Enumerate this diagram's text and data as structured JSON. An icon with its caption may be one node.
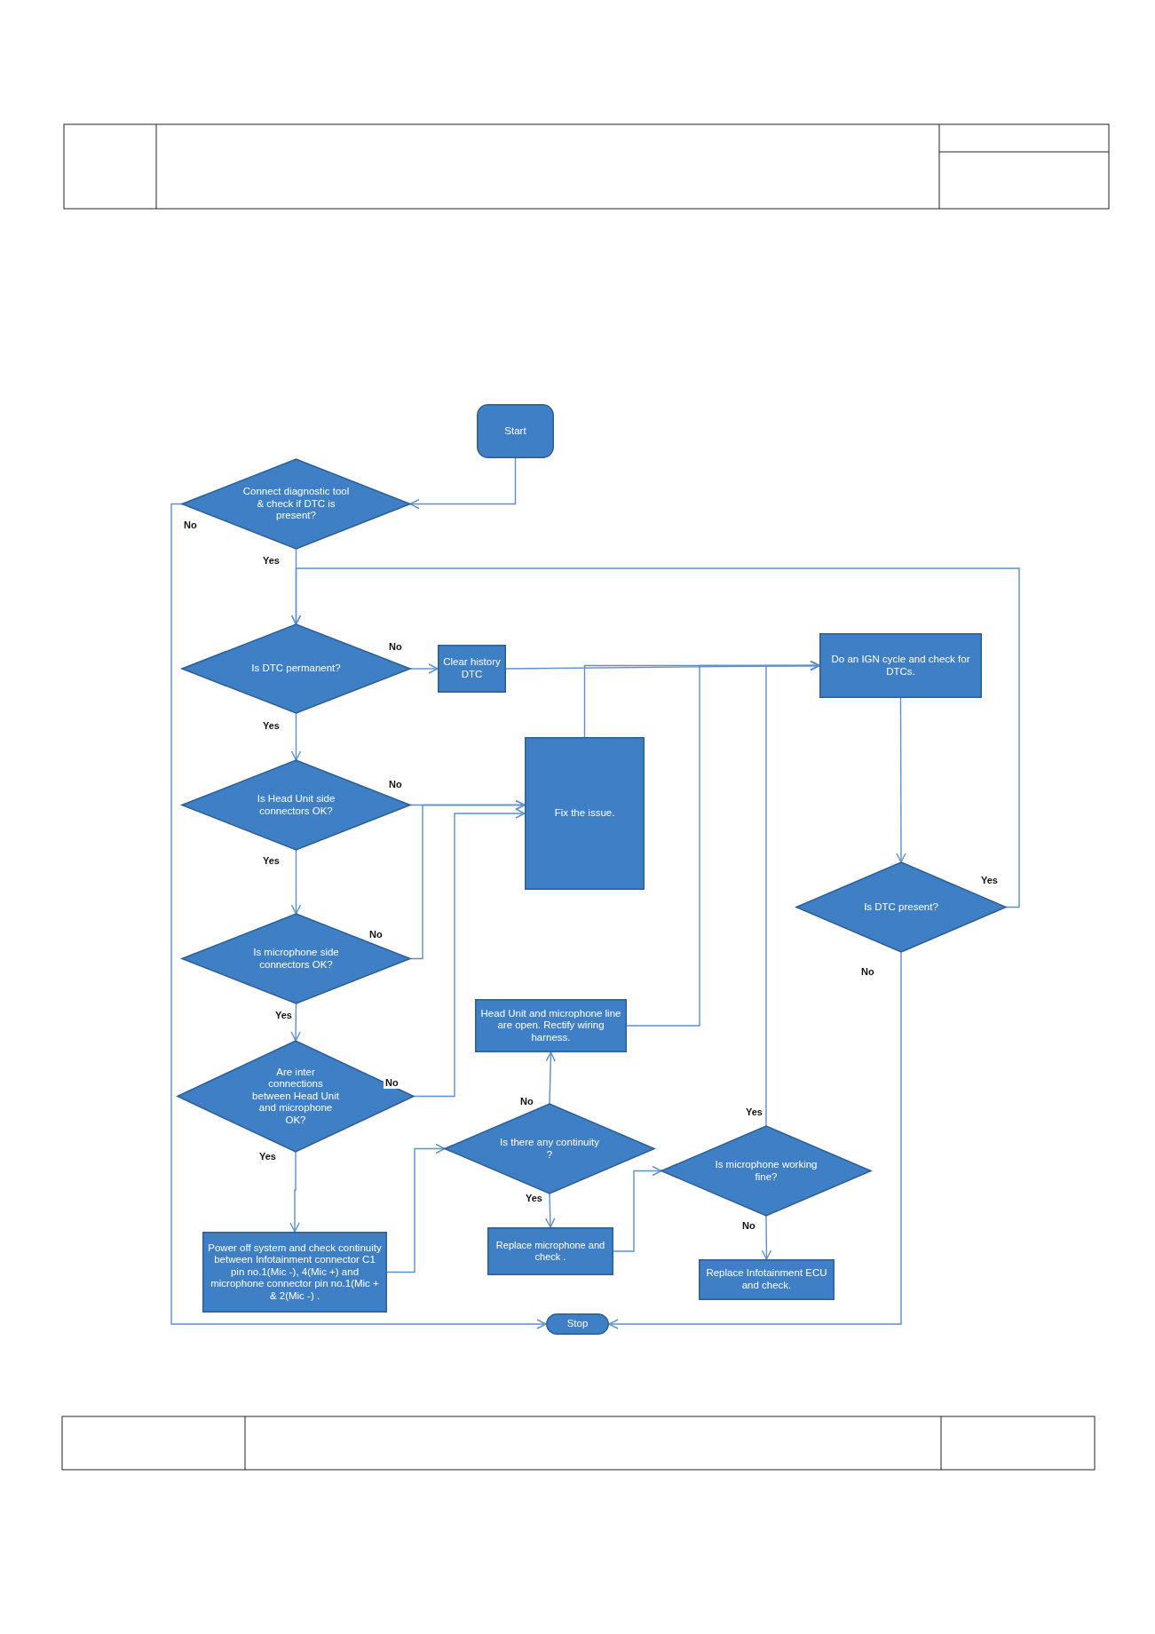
{
  "diagram": {
    "nodes": [
      {
        "text": [
          "Start"
        ]
      },
      {
        "text": [
          "Connect diagnostic tool & check if DTC is present?"
        ]
      },
      {
        "text": [
          "Is DTC permanent?"
        ]
      },
      {
        "text": [
          "Clear history DTC"
        ]
      },
      {
        "text": [
          "Do an IGN cycle and check for DTCs."
        ]
      },
      {
        "text": [
          "Fix the issue."
        ]
      },
      {
        "text": [
          "Is  Head Unit side connectors OK?"
        ]
      },
      {
        "text": [
          "Is DTC present?"
        ]
      },
      {
        "text": [
          "Is microphone side connectors OK?"
        ]
      },
      {
        "text": [
          "Head Unit and microphone line are open. Rectify  wiring harness."
        ]
      },
      {
        "text": [
          "Are inter connections between Head Unit and microphone OK?"
        ]
      },
      {
        "text": [
          "Is there any continuity ?"
        ]
      },
      {
        "text": [
          "Is microphone working fine?"
        ]
      },
      {
        "text": [
          "Power off system and check continuity between Infotainment connector C1 pin no.1(Mic -), 4(Mic +) and microphone connector pin no.1(Mic + & 2(Mic -) ."
        ]
      },
      {
        "text": [
          "Replace microphone and check ."
        ]
      },
      {
        "text": [
          "Replace Infotainment ECU and check."
        ]
      },
      {
        "text": [
          "Stop"
        ]
      }
    ],
    "edges": [
      {
        "from": 0,
        "to": 1,
        "arrow": "to"
      },
      {
        "from": 1,
        "to": 2,
        "arrow": "to",
        "label": "Yes"
      },
      {
        "from": 1,
        "to": 16,
        "arrow": "to",
        "label": "No"
      },
      {
        "from": 2,
        "to": 3,
        "arrow": "to",
        "label": "No"
      },
      {
        "from": 2,
        "to": 6,
        "arrow": "to",
        "label": "Yes"
      },
      {
        "from": 3,
        "to": 4,
        "arrow": "to"
      },
      {
        "from": 5,
        "to": 4,
        "arrow": "to"
      },
      {
        "from": 9,
        "to": 4,
        "arrow": "to"
      },
      {
        "from": 12,
        "to": 4,
        "arrow": "to",
        "label": "Yes"
      },
      {
        "from": 4,
        "to": 7,
        "arrow": "to"
      },
      {
        "from": 7,
        "to": 2,
        "arrow": "to",
        "label": "Yes"
      },
      {
        "from": 7,
        "to": 16,
        "arrow": "to",
        "label": "No"
      },
      {
        "from": 6,
        "to": 5,
        "arrow": "to",
        "label": "No"
      },
      {
        "from": 6,
        "to": 8,
        "arrow": "to",
        "label": "Yes"
      },
      {
        "from": 8,
        "to": 5,
        "arrow": "to",
        "label": "No"
      },
      {
        "from": 8,
        "to": 10,
        "arrow": "to",
        "label": "Yes"
      },
      {
        "from": 10,
        "to": 5,
        "arrow": "to",
        "label": "No"
      },
      {
        "from": 10,
        "to": 13,
        "arrow": "to",
        "label": "Yes"
      },
      {
        "from": 13,
        "to": 11,
        "arrow": "to"
      },
      {
        "from": 11,
        "to": 9,
        "arrow": "to",
        "label": "No"
      },
      {
        "from": 11,
        "to": 14,
        "arrow": "to",
        "label": "Yes"
      },
      {
        "from": 14,
        "to": 12,
        "arrow": "to"
      },
      {
        "from": 12,
        "to": 15,
        "arrow": "to",
        "label": "No"
      }
    ]
  }
}
